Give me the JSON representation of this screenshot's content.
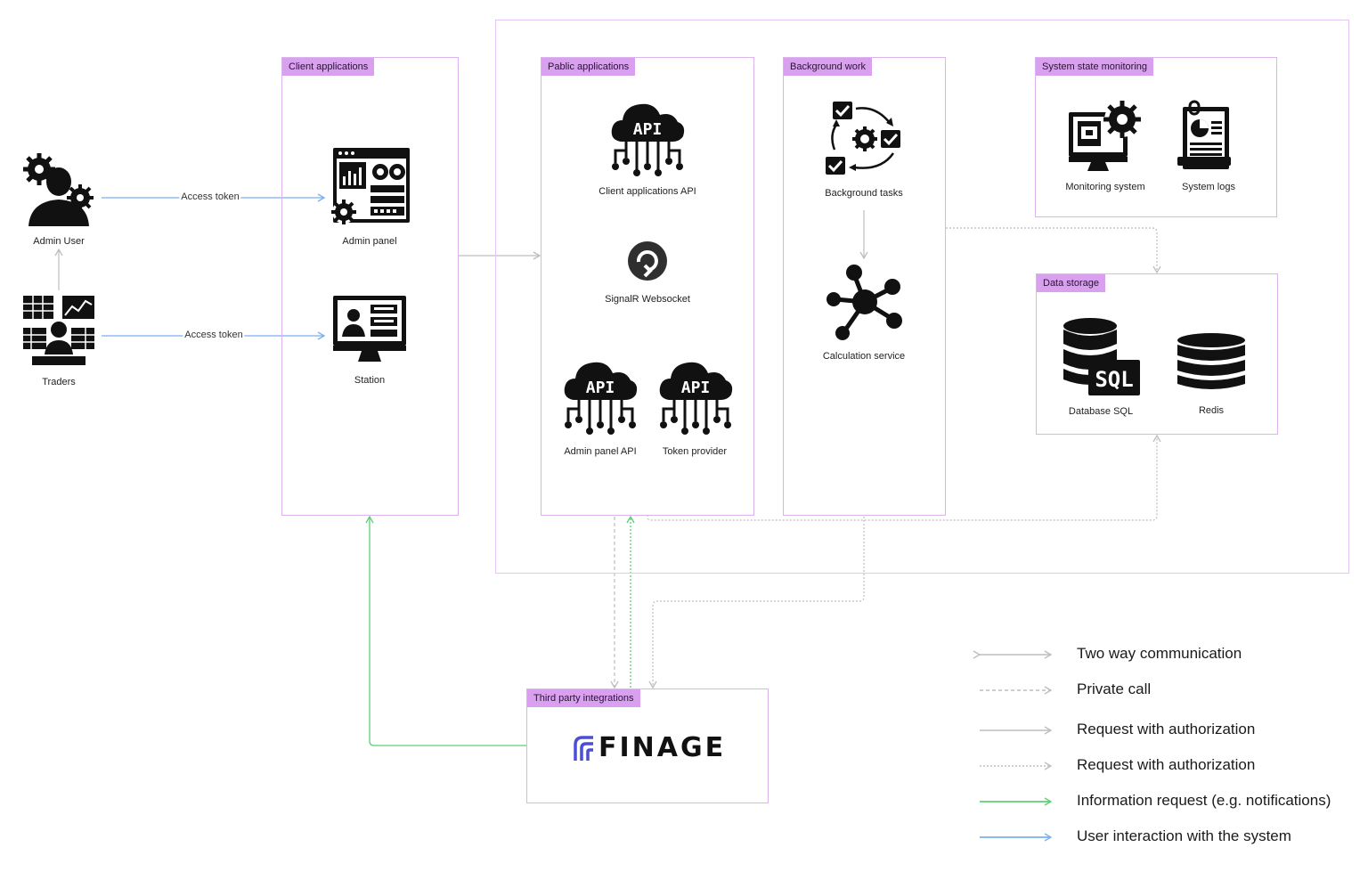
{
  "actors": {
    "admin_user": "Admin User",
    "traders": "Traders"
  },
  "edges": {
    "access_token_admin": "Access token",
    "access_token_traders": "Access token"
  },
  "groups": {
    "client_applications": {
      "title": "Client applications",
      "items": {
        "admin_panel": "Admin panel",
        "station": "Station"
      }
    },
    "public_applications": {
      "title": "Pablic applications",
      "items": {
        "client_applications_api": "Client applications API",
        "signalr_websocket": "SignalR Websocket",
        "admin_panel_api": "Admin panel API",
        "token_provider": "Token provider"
      }
    },
    "background_work": {
      "title": "Background work",
      "items": {
        "background_tasks": "Background tasks",
        "calculation_service": "Calculation service"
      }
    },
    "system_state_monitoring": {
      "title": "System state monitoring",
      "items": {
        "monitoring_system": "Monitoring system",
        "system_logs": "System logs"
      }
    },
    "data_storage": {
      "title": "Data storage",
      "items": {
        "database_sql": "Database SQL",
        "redis": "Redis"
      }
    },
    "third_party_integrations": {
      "title": "Third party integrations",
      "logo_text": "FINAGE"
    }
  },
  "icon_glyphs": {
    "api_cloud": "API",
    "sql_badge": "SQL"
  },
  "legend": [
    {
      "label": "Two way communication",
      "style": "two-way",
      "color": "#bdbdbd"
    },
    {
      "label": "Private call",
      "style": "dashed",
      "color": "#bdbdbd"
    },
    {
      "label": "Request with authorization",
      "style": "solid",
      "color": "#bdbdbd"
    },
    {
      "label": "Request with authorization",
      "style": "dotted",
      "color": "#bdbdbd"
    },
    {
      "label": "Information request (e.g. notifications)",
      "style": "solid",
      "color": "#5ccf73"
    },
    {
      "label": "User interaction with the system",
      "style": "solid",
      "color": "#7ab0f0"
    }
  ],
  "colors": {
    "box_border": "#dcb3ef",
    "tag_fill": "#d9a0f0",
    "gray_line": "#bdbdbd",
    "green_line": "#5ccf73",
    "blue_line": "#7ab0f0",
    "finage_mark": "#4b4fd8"
  }
}
